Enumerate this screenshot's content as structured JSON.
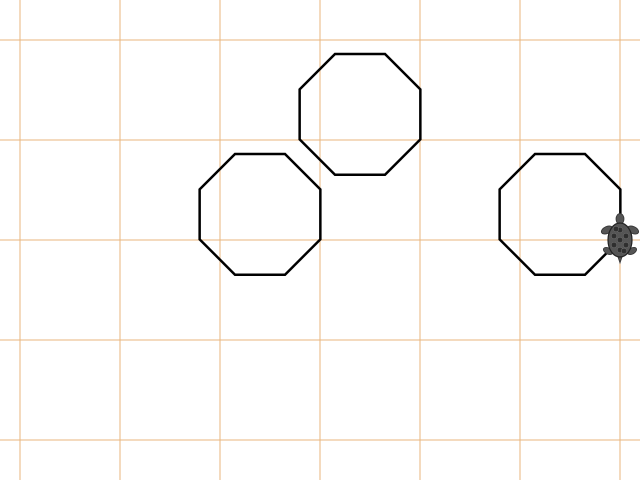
{
  "canvas": {
    "background_color": "#ffffff",
    "grid": {
      "visible": true,
      "color": "#e8b57e",
      "spacing": 100
    },
    "stroke_color": "#000000"
  },
  "octagons": [
    {
      "name": "octagon-top-center",
      "sides": 8,
      "side_length": 50
    },
    {
      "name": "octagon-left",
      "sides": 8,
      "side_length": 50
    },
    {
      "name": "octagon-right",
      "sides": 8,
      "side_length": 50
    }
  ],
  "turtle": {
    "icon": "turtle-icon",
    "heading": "up",
    "body_color": "#555555",
    "shell_pattern_color": "#2f2f2f"
  }
}
